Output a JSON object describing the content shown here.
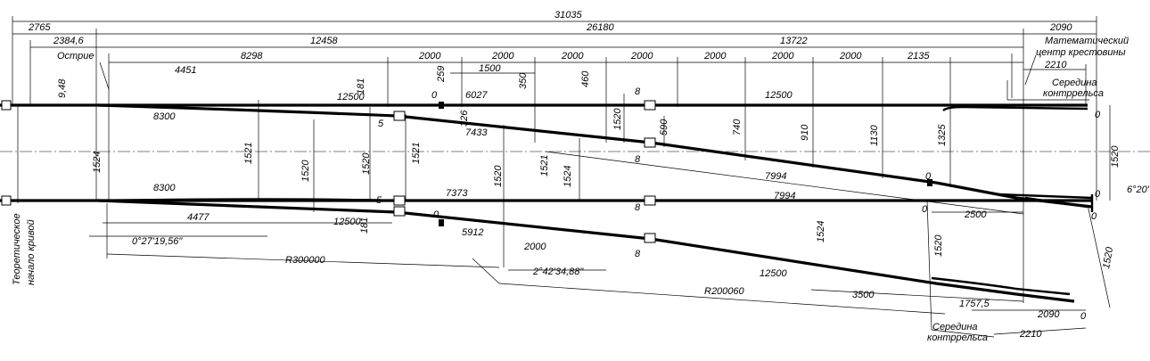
{
  "labels": {
    "math_center_line1": "Математический",
    "math_center_line2": "центр крестовины",
    "ostrie": "Острие",
    "mid_guard_top_line1": "Середина",
    "mid_guard_top_line2": "контррельса",
    "mid_guard_bottom_line1": "Середина",
    "mid_guard_bottom_line2": "контррельса",
    "theor_start_line1": "Теоретическое",
    "theor_start_line2": "начало кривой"
  },
  "dims": {
    "total": "31035",
    "d2765": "2765",
    "d26180": "26180",
    "d2090_top": "2090",
    "d2384": "2384,6",
    "d12458": "12458",
    "d13722": "13722",
    "d4451": "4451",
    "d8298": "8298",
    "s2000_1": "2000",
    "s2000_2": "2000",
    "s2000_3": "2000",
    "s2000_4": "2000",
    "s2000_5": "2000",
    "s2000_6": "2000",
    "s2000_7": "2000",
    "d2135": "2135",
    "d2210_top": "2210",
    "d1500": "1500",
    "d181_top": "181",
    "d259": "259",
    "d350": "350",
    "d460": "460",
    "d8_1": "8",
    "d9_48": "9,48",
    "d12500_a": "12500",
    "d0_a": "0",
    "d6027": "6027",
    "d12500_b": "12500",
    "d0_right1": "0",
    "d8300_top": "8300",
    "d326": "326",
    "d5_a": "5",
    "d7433": "7433",
    "d590": "590",
    "d740": "740",
    "d910": "910",
    "d1130": "1130",
    "d1325": "1325",
    "d1520_right": "1520",
    "d1524_left": "1524",
    "d1521_a": "1521",
    "d1520_a": "1520",
    "d1520_b": "1520",
    "d1521_b": "1521",
    "d1520_c": "1520",
    "d1521_c": "1521",
    "d1524_b": "1524",
    "d1520_d": "1520",
    "d8_2": "8",
    "d7994_a": "7994",
    "d7994_b": "7994",
    "d0_c": "0",
    "d5_b": "5",
    "d8300_bottom": "8300",
    "d7373": "7373",
    "d0_right2": "0",
    "d6_20": "6°20'",
    "d8_3": "8",
    "d0_d": "0",
    "d2500": "2500",
    "d0_e": "0",
    "d4477": "4477",
    "d12500_c": "12500",
    "d181_b": "181",
    "d0_f": "0",
    "d5912": "5912",
    "d0_27": "0°27'19,56\"",
    "d1524_c": "1524",
    "d1520_e": "1520",
    "d1520_f": "1520",
    "d2000_bottom": "2000",
    "d8_4": "8",
    "r300000": "R300000",
    "d2_42": "2°42'34,88\"",
    "d12500_d": "12500",
    "d3500": "3500",
    "d1757": "1757,5",
    "d0_g": "0",
    "r200060": "R200060",
    "d2090_bottom": "2090",
    "d2210_bottom": "2210"
  }
}
